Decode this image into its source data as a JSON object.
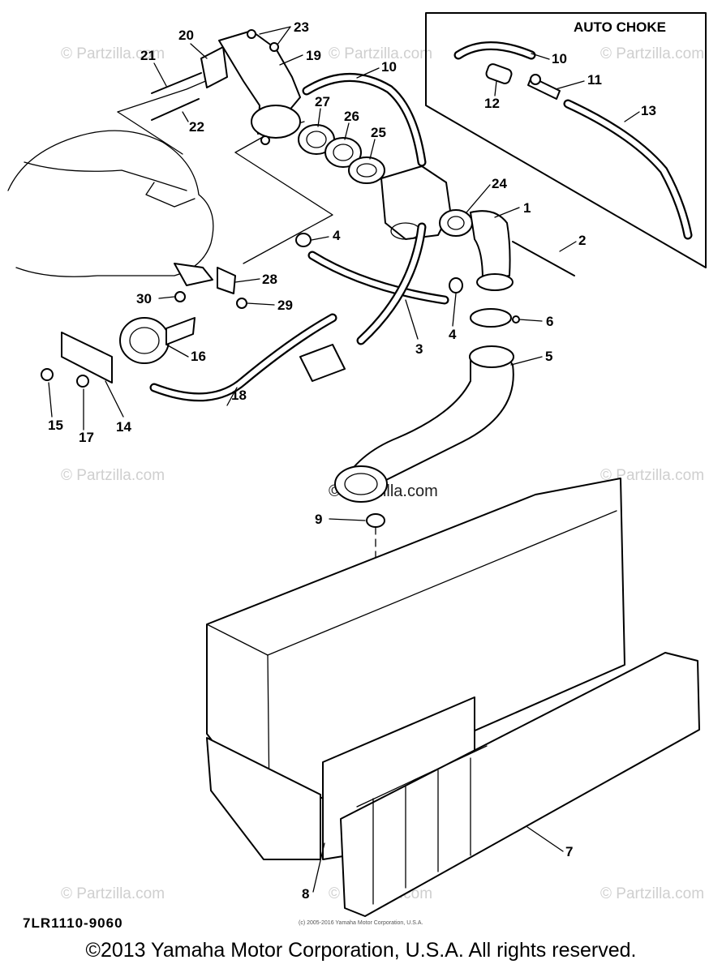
{
  "diagram": {
    "inset_title": "AUTO CHOKE",
    "code": "7LR1110-9060",
    "watermark": "© Partzilla.com",
    "watermark_center": "© Partzilla.com",
    "small_copyright": "(c) 2005-2016 Yamaha Motor Corporation, U.S.A.",
    "copyright": "©2013 Yamaha Motor Corporation, U.S.A. All rights reserved.",
    "callouts": [
      "1",
      "2",
      "3",
      "4",
      "4",
      "5",
      "6",
      "7",
      "8",
      "9",
      "10",
      "10",
      "11",
      "12",
      "13",
      "14",
      "15",
      "16",
      "17",
      "18",
      "19",
      "20",
      "21",
      "22",
      "23",
      "24",
      "25",
      "26",
      "27",
      "28",
      "29",
      "30"
    ]
  }
}
